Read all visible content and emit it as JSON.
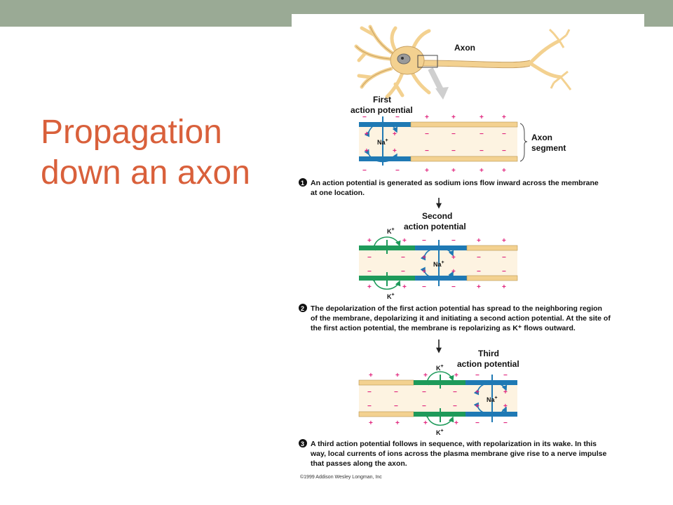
{
  "slide": {
    "title_line1": "Propagation",
    "title_line2": "down an axon",
    "colors": {
      "title": "#d9603b",
      "topbar": "#9aaa95",
      "accent_na": "#1f79b4",
      "accent_k": "#1e9a5a",
      "membrane": "#f3d190",
      "charge": "#e0237c"
    }
  },
  "figure": {
    "neuron": {
      "axon_label": "Axon"
    },
    "panel1": {
      "label_line1": "First",
      "label_line2": "action potential",
      "segment_label_line1": "Axon",
      "segment_label_line2": "segment",
      "ion": "Na",
      "step": "1",
      "caption_line1": "An action potential is generated as sodium ions flow inward across the membrane",
      "caption_line2": "at one location."
    },
    "panel2": {
      "label_line1": "Second",
      "label_line2": "action potential",
      "ion_na": "Na",
      "ion_k": "K",
      "step": "2",
      "caption_line1": "The depolarization of the first action potential has spread to the neighboring region",
      "caption_line2": "of the membrane, depolarizing it and initiating a second action potential. At the site of",
      "caption_line3": "the first action potential, the membrane is repolarizing as K⁺ flows outward."
    },
    "panel3": {
      "label_line1": "Third",
      "label_line2": "action potential",
      "ion_na": "Na",
      "ion_k": "K",
      "step": "3",
      "caption_line1": "A third action potential follows in sequence, with repolarization in its wake. In this",
      "caption_line2": "way, local currents of ions across the plasma membrane give rise to a nerve impulse",
      "caption_line3": "that passes along the axon."
    },
    "copyright": "©1999 Addison Wesley Longman, Inc",
    "charge_plus": "+",
    "charge_minus": "−",
    "ion_charge": "+"
  }
}
